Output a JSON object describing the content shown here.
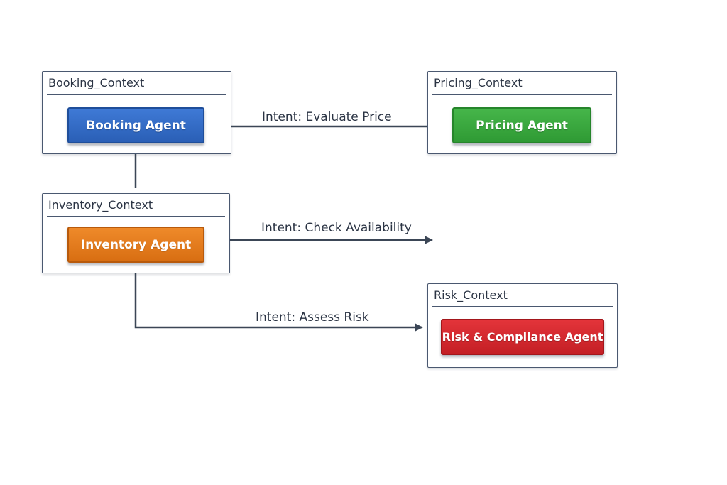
{
  "contexts": {
    "booking": {
      "title": "Booking_Context",
      "agent": "Booking Agent",
      "color": "#2f67c4"
    },
    "pricing": {
      "title": "Pricing_Context",
      "agent": "Pricing Agent",
      "color": "#3aa63e"
    },
    "inventory": {
      "title": "Inventory_Context",
      "agent": "Inventory Agent",
      "color": "#e27a1c"
    },
    "risk": {
      "title": "Risk_Context",
      "agent": "Risk & Compliance Agent",
      "color": "#d0262c"
    }
  },
  "edges": {
    "evaluate_price": "Intent: Evaluate Price",
    "check_availability": "Intent: Check Availability",
    "assess_risk": "Intent: Assess Risk"
  },
  "line_color": "#3b4656"
}
